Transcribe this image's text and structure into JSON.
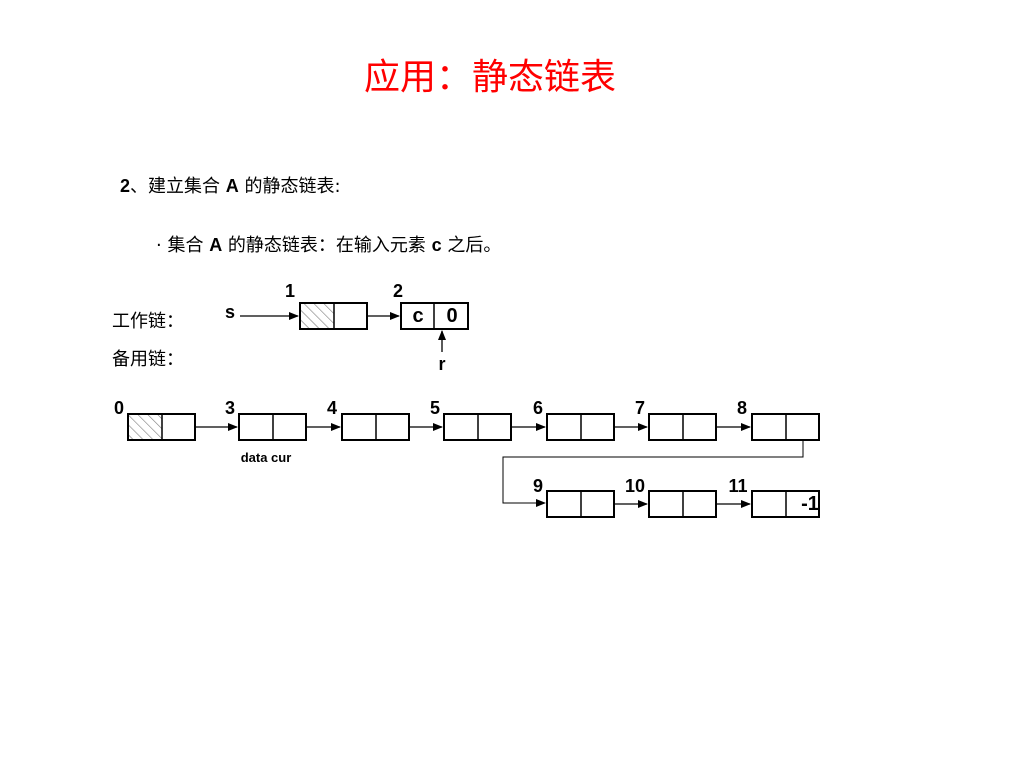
{
  "title": "应用：静态链表",
  "section": {
    "number": "2",
    "text_pre": "、建立集合 ",
    "set_name": "A",
    "text_post": " 的静态链表:"
  },
  "bullet": {
    "marker": "·",
    "text_pre": "集合 ",
    "set_name": "A",
    "text_mid": " 的静态链表：在输入元素 ",
    "element": "c",
    "text_post": " 之后。"
  },
  "work_chain": {
    "label": "工作链：",
    "head_pointer": "s",
    "tail_pointer": "r",
    "nodes": [
      {
        "index": "1",
        "data": "",
        "cur": "",
        "hatched": true
      },
      {
        "index": "2",
        "data": "c",
        "cur": "0",
        "hatched": false
      }
    ]
  },
  "spare_chain": {
    "label": "备用链：",
    "field_caption": "data cur",
    "row1": [
      {
        "index": "0",
        "data": "",
        "cur": "",
        "hatched": true
      },
      {
        "index": "3",
        "data": "",
        "cur": "",
        "hatched": false
      },
      {
        "index": "4",
        "data": "",
        "cur": "",
        "hatched": false
      },
      {
        "index": "5",
        "data": "",
        "cur": "",
        "hatched": false
      },
      {
        "index": "6",
        "data": "",
        "cur": "",
        "hatched": false
      },
      {
        "index": "7",
        "data": "",
        "cur": "",
        "hatched": false
      },
      {
        "index": "8",
        "data": "",
        "cur": "",
        "hatched": false
      }
    ],
    "row2": [
      {
        "index": "9",
        "data": "",
        "cur": "",
        "hatched": false
      },
      {
        "index": "10",
        "data": "",
        "cur": "",
        "hatched": false
      },
      {
        "index": "11",
        "data": "",
        "cur": "-1",
        "hatched": false
      }
    ]
  }
}
